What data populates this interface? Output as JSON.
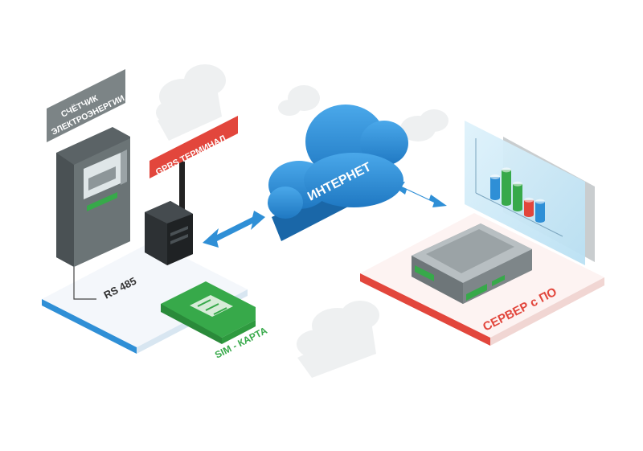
{
  "labels": {
    "meter": [
      "СЧЁТЧИК",
      "ЭЛЕКТРОЭНЕРГИИ"
    ],
    "gprs": "GPRS ТЕРМИНАЛ",
    "internet": "ИНТЕРНЕТ",
    "rs485": "RS 485",
    "sim": "SIM - КАРТА",
    "server": "СЕРВЕР с ПО"
  },
  "colors": {
    "meter_tag": "#7c8486",
    "gprs_tag": "#e2463c",
    "internet_cloud": "#2f8fd6",
    "sim_card": "#37a94a",
    "server_label": "#e2463c",
    "left_platform_edge": "#2f8fd6",
    "right_platform_edge": "#e2463c",
    "arrow": "#2f8fd6"
  },
  "chart_icon": {
    "bars": [
      {
        "color": "#2f8fd6",
        "level": 0.5
      },
      {
        "color": "#37a94a",
        "level": 0.8
      },
      {
        "color": "#37a94a",
        "level": 0.6
      },
      {
        "color": "#e2463c",
        "level": 0.35
      },
      {
        "color": "#2f8fd6",
        "level": 0.45
      }
    ]
  }
}
